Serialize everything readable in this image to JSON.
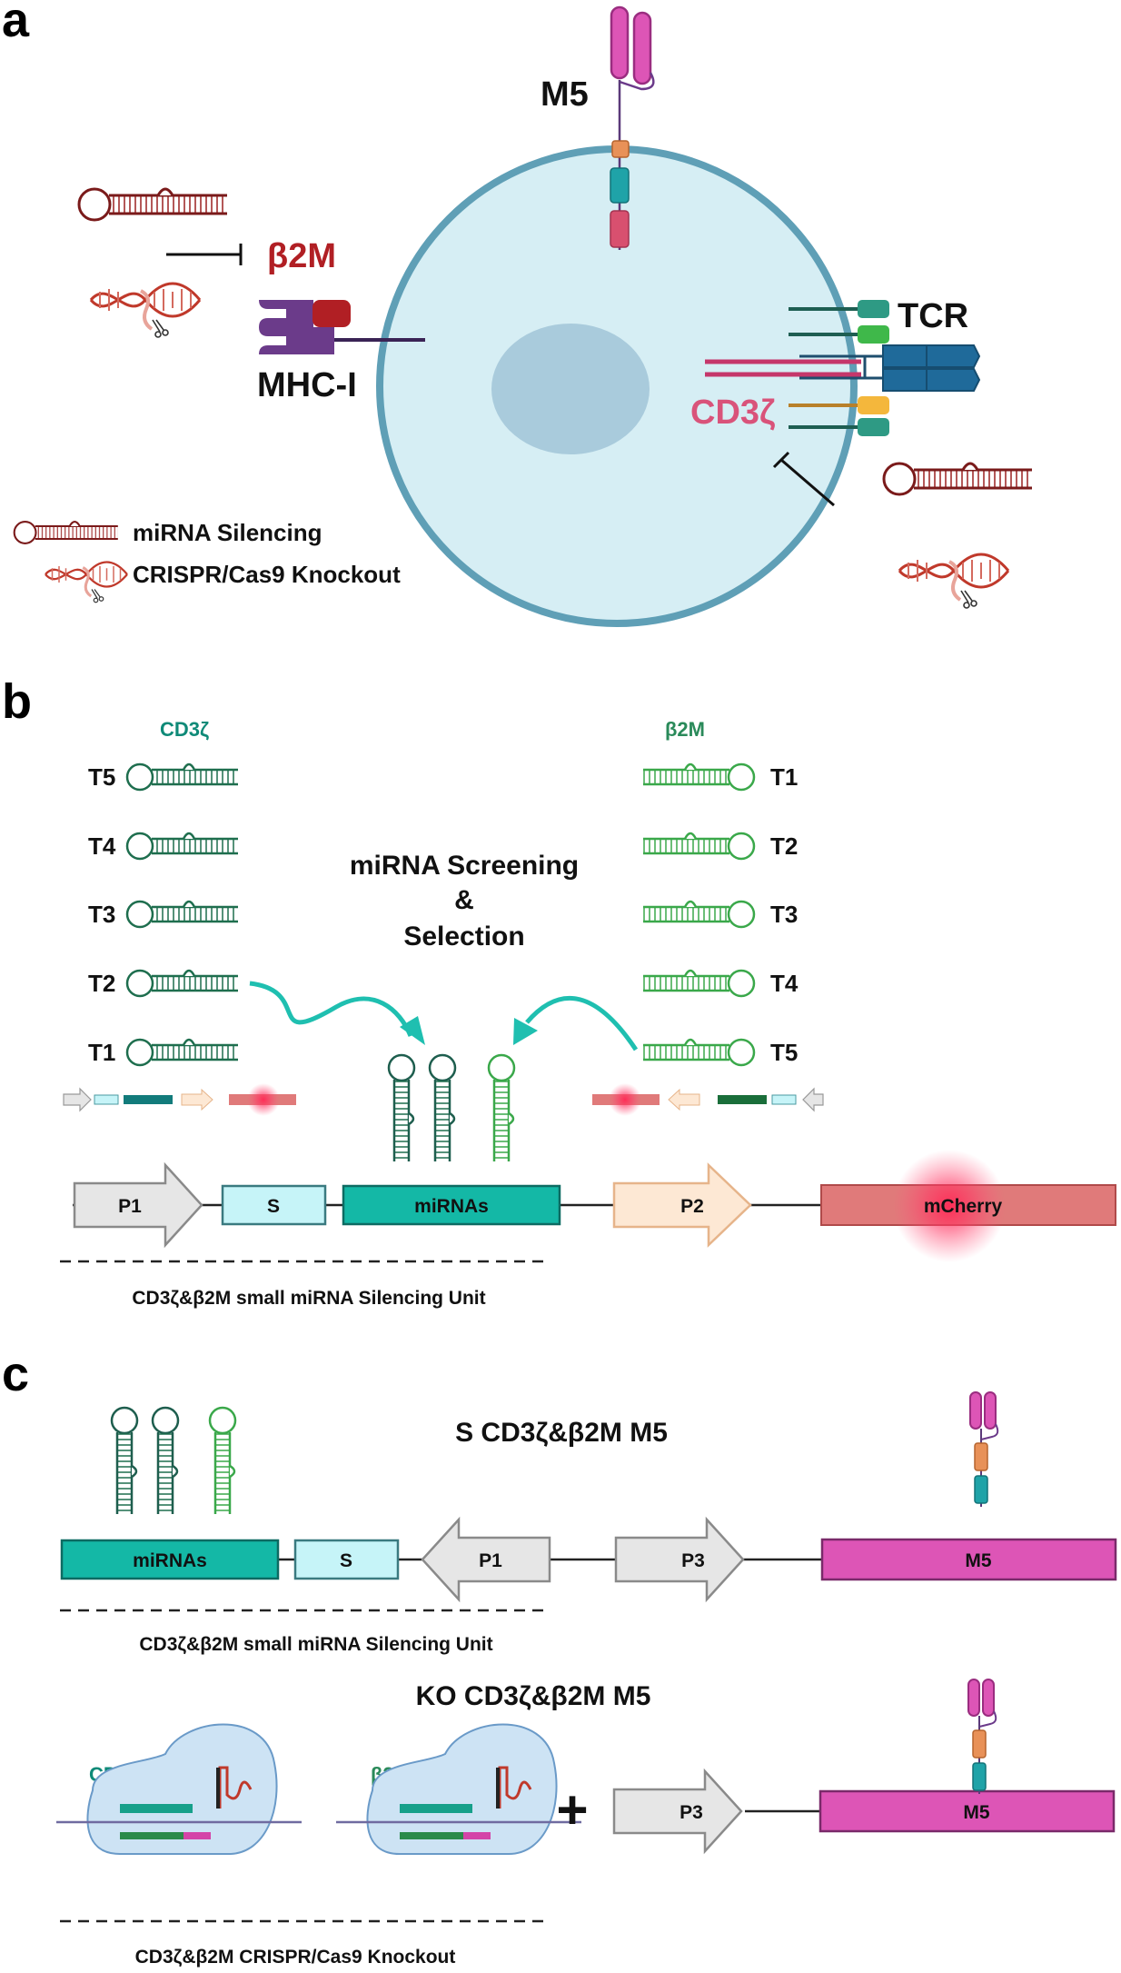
{
  "panels": {
    "a": "a",
    "b": "b",
    "c": "c"
  },
  "panel_a": {
    "m5": "M5",
    "b2m": "β2M",
    "mhc": "MHC-I",
    "tcr": "TCR",
    "cd3z": "CD3ζ",
    "legend_mirna": "miRNA Silencing",
    "legend_crispr": "CRISPR/Cas9 Knockout"
  },
  "panel_b": {
    "cd3z_header": "CD3ζ",
    "b2m_header": "β2M",
    "left_targets": [
      "T5",
      "T4",
      "T3",
      "T2",
      "T1"
    ],
    "right_targets": [
      "T1",
      "T2",
      "T3",
      "T4",
      "T5"
    ],
    "screen_line1": "miRNA Screening",
    "screen_line2": "&",
    "screen_line3": "Selection",
    "p1": "P1",
    "s": "S",
    "mirnas": "miRNAs",
    "p2": "P2",
    "mcherry": "mCherry",
    "unit_caption": "CD3ζ&β2M small miRNA Silencing Unit"
  },
  "panel_c": {
    "title1": "S CD3ζ&β2M M5",
    "mirnas": "miRNAs",
    "s": "S",
    "p1": "P1",
    "p3": "P3",
    "m5": "M5",
    "unit_caption": "CD3ζ&β2M small miRNA Silencing Unit",
    "title2": "KO CD3ζ&β2M M5",
    "cd3z": "CD3ζ",
    "b2m": "β2M",
    "plus": "+",
    "p3b": "P3",
    "m5b": "M5",
    "ko_caption": "CD3ζ&β2M CRISPR/Cas9 Knockout"
  },
  "colors": {
    "cell_fill": "#d6eef4",
    "cell_stroke": "#5f9fb6",
    "teal": "#14b8a6",
    "magenta": "#dd55b6",
    "mcherry": "#e07a7a",
    "crimson": "#b11f24",
    "cd3z_text": "#d9537a",
    "dark_green": "#1e6e5e",
    "light_green": "#39a845"
  }
}
